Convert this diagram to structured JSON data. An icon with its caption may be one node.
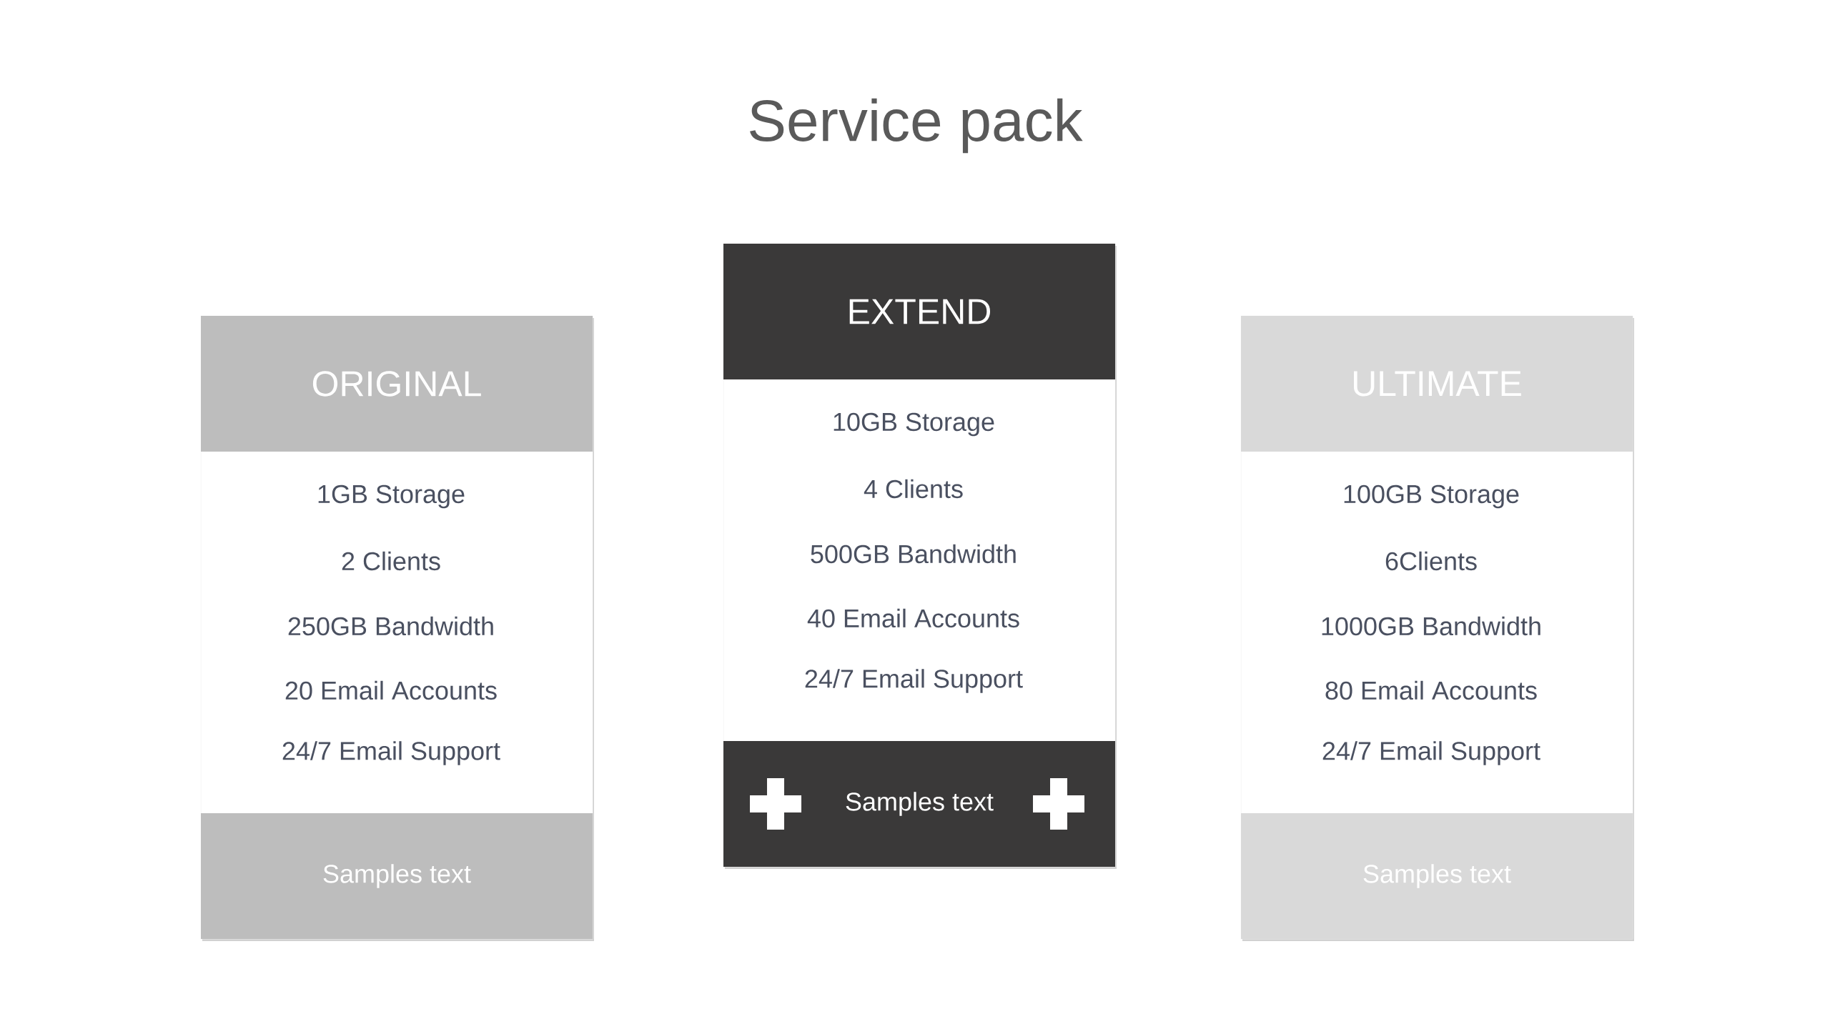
{
  "diagram": {
    "title": "Service pack",
    "nodes": [
      {
        "text": [
          "ORIGINAL",
          "1GB Storage",
          "2 Clients",
          "250GB Bandwidth",
          "20 Email Accounts",
          "24/7 Email Support",
          "Samples text"
        ]
      },
      {
        "text": [
          "EXTEND",
          "10GB Storage",
          "4 Clients",
          "500GB Bandwidth",
          "40 Email Accounts",
          "24/7 Email Support",
          "Samples text"
        ]
      },
      {
        "text": [
          "ULTIMATE",
          "100GB Storage",
          "6Clients",
          "1000GB Bandwidth",
          "80 Email Accounts",
          "24/7 Email Support",
          "Samples text"
        ]
      }
    ]
  }
}
